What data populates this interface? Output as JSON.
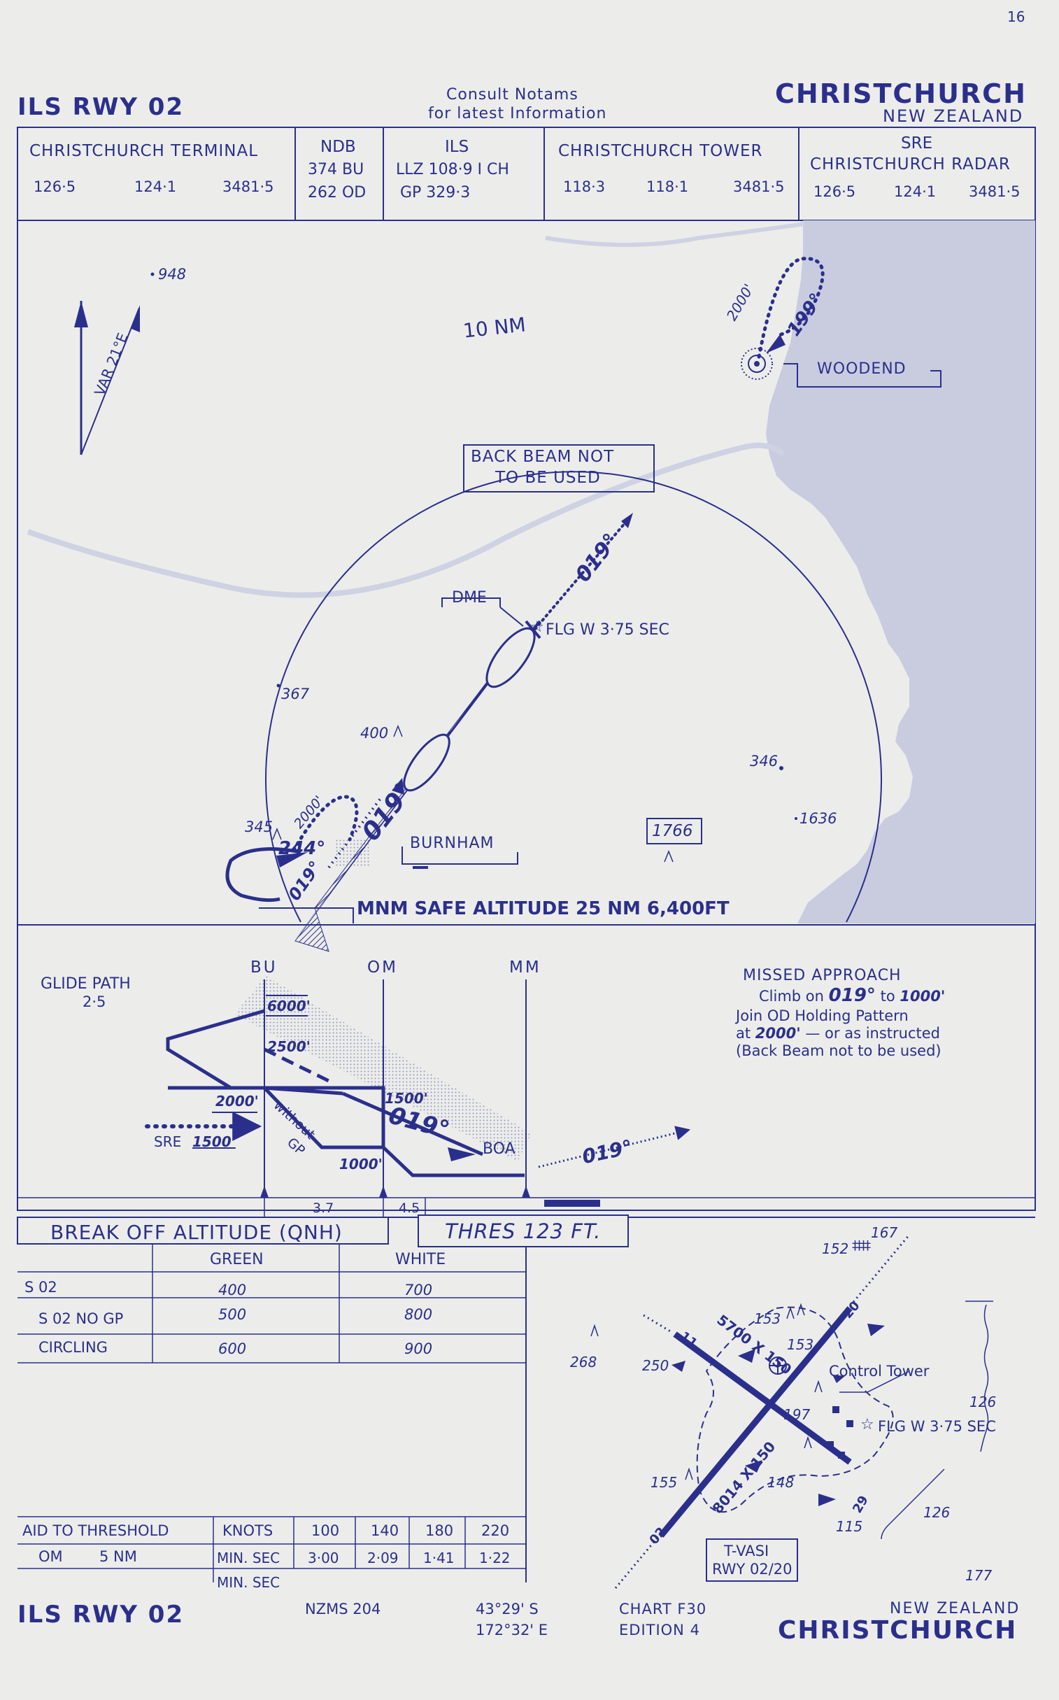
{
  "page_number": "16",
  "header": {
    "procedure": "ILS RWY 02",
    "notice_line1": "Consult Notams",
    "notice_line2": "for latest Information",
    "city": "CHRISTCHURCH",
    "country": "NEW ZEALAND"
  },
  "frequencies": {
    "terminal": {
      "label": "CHRISTCHURCH TERMINAL",
      "values": [
        "126·5",
        "124·1",
        "3481·5"
      ]
    },
    "ndb": {
      "label": "NDB",
      "lines": [
        "374 BU",
        "262 OD"
      ]
    },
    "ils": {
      "label": "ILS",
      "lines": [
        "LLZ 108·9 I CH",
        "GP 329·3"
      ]
    },
    "tower": {
      "label": "CHRISTCHURCH TOWER",
      "values": [
        "118·3",
        "118·1",
        "3481·5"
      ]
    },
    "radar": {
      "label_top": "SRE",
      "label": "CHRISTCHURCH RADAR",
      "values": [
        "126·5",
        "124·1",
        "3481·5"
      ]
    }
  },
  "plan": {
    "variation": "VAR 21°E",
    "range_ring": "10 NM",
    "back_beam_line1": "BACK BEAM NOT",
    "back_beam_line2": "TO BE USED",
    "dme": "DME",
    "flg": "FLG W 3·75 SEC",
    "woodend": "WOODEND",
    "burnham": "BURNHAM",
    "hold_alt_woodend": "2000'",
    "hold_crs_woodend": "199°",
    "hold_alt_burnham": "2000'",
    "course_inbound": "019°",
    "course_outbound": "019°",
    "course_hold": "019°",
    "course_244": "244°",
    "course_missed": "019°",
    "elev_948": "948",
    "elev_367": "367",
    "elev_400": "400",
    "elev_345": "345",
    "elev_346": "346",
    "elev_1636": "1636",
    "elev_1766": "1766",
    "msa": "MNM SAFE ALTITUDE 25 NM 6,400FT"
  },
  "profile": {
    "glide_path_label": "GLIDE PATH",
    "glide_path_value": "2·5",
    "bu": "BU",
    "om": "OM",
    "mm": "MM",
    "alt_6000": "6000'",
    "alt_2500": "2500'",
    "alt_2000": "2000'",
    "alt_1500": "1500'",
    "alt_1000": "1000'",
    "course": "019°",
    "boa": "BOA",
    "missed_course": "019°",
    "without_gp": "without",
    "without_gp2": "GP",
    "sre": "SRE",
    "sre_alt": "1500'",
    "dist_1": "3.7",
    "dist_2": "4.5",
    "missed_title": "MISSED APPROACH",
    "missed_line1_a": "Climb on",
    "missed_line1_b": "019°",
    "missed_line1_c": "to",
    "missed_line1_d": "1000'",
    "missed_line2": "Join OD Holding Pattern",
    "missed_line3_a": "at",
    "missed_line3_b": "2000'",
    "missed_line3_c": "— or as instructed",
    "missed_line4": "(Back Beam not to be used)"
  },
  "breakoff": {
    "title": "BREAK OFF ALTITUDE (QNH)",
    "thres": "THRES 123 FT.",
    "headers": [
      "",
      "GREEN",
      "WHITE"
    ],
    "rows": [
      {
        "label": "S 02",
        "green": "400",
        "white": "700"
      },
      {
        "label": "S 02 NO GP",
        "green": "500",
        "white": "800"
      },
      {
        "label": "CIRCLING",
        "green": "600",
        "white": "900"
      }
    ]
  },
  "aid_table": {
    "title": "AID TO THRESHOLD",
    "knots_label": "KNOTS",
    "speeds": [
      "100",
      "140",
      "180",
      "220"
    ],
    "om_label": "OM",
    "om_dist": "5 NM",
    "min_sec_label": "MIN. SEC",
    "times": [
      "3·00",
      "2·09",
      "1·41",
      "1·22"
    ],
    "min_sec_label2": "MIN. SEC"
  },
  "aerodrome": {
    "rwy1": "5700 X 150",
    "rwy2": "8014 X 150",
    "control_tower": "Control Tower",
    "flg": "FLG W 3·75 SEC",
    "tvasi_line1": "T-VASI",
    "tvasi_line2": "RWY 02/20",
    "e167": "167",
    "e152": "152",
    "e153a": "153",
    "e153b": "153",
    "e250": "250",
    "e268": "268",
    "e197": "197",
    "e126a": "126",
    "e126b": "126",
    "e155": "155",
    "e148": "148",
    "e115": "115",
    "e177": "177",
    "rw02": "02",
    "rw20": "20",
    "rw11": "11",
    "rw29": "29"
  },
  "footer": {
    "procedure": "ILS RWY 02",
    "nzms": "NZMS 204",
    "lat": "43°29' S",
    "lon": "172°32' E",
    "chart": "CHART F30",
    "edition": "EDITION 4",
    "country": "NEW ZEALAND",
    "city": "CHRISTCHURCH"
  },
  "colors": {
    "ink": "#2b2f8c",
    "paper": "#ecedea",
    "sea": "#c9ccdf"
  }
}
